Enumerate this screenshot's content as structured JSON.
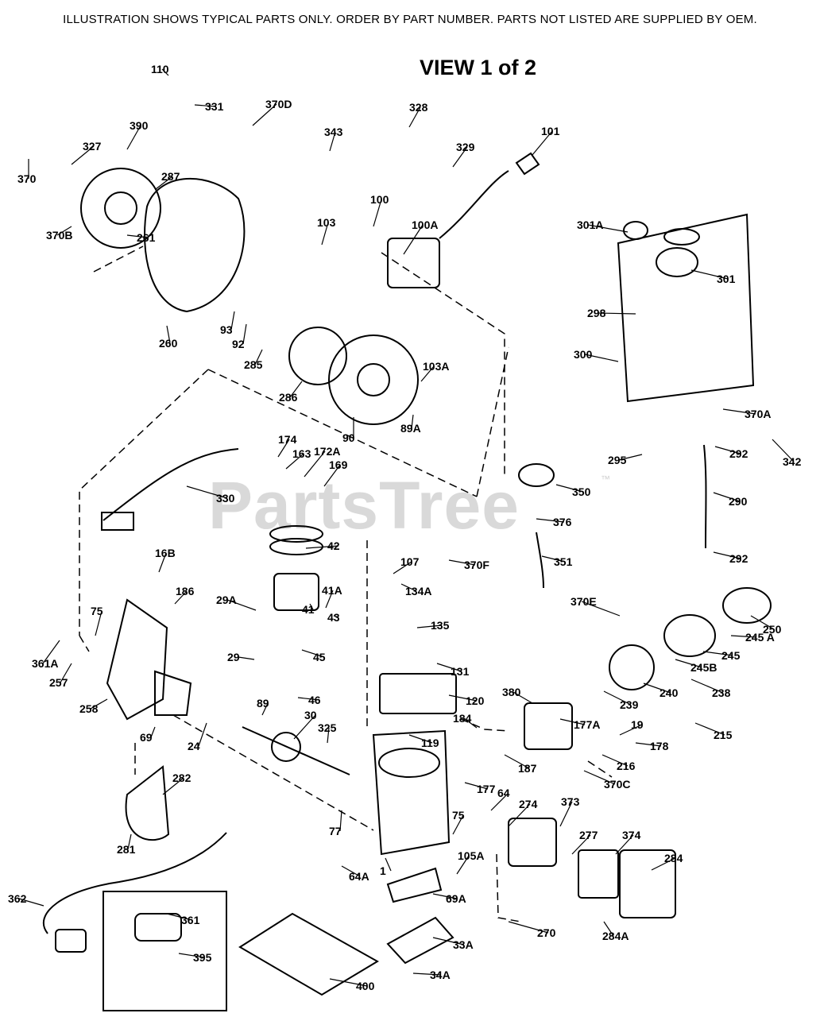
{
  "header_text": "ILLUSTRATION SHOWS TYPICAL PARTS ONLY.  ORDER BY PART NUMBER.  PARTS NOT LISTED ARE SUPPLIED BY OEM.",
  "view_title": "VIEW 1 of 2",
  "watermark": "PartsTree",
  "trademark": "™",
  "callouts": [
    {
      "id": "110",
      "label": "110"
    },
    {
      "id": "331",
      "label": "331"
    },
    {
      "id": "370D",
      "label": "370D"
    },
    {
      "id": "390",
      "label": "390"
    },
    {
      "id": "327",
      "label": "327"
    },
    {
      "id": "370",
      "label": "370"
    },
    {
      "id": "287",
      "label": "287"
    },
    {
      "id": "370B",
      "label": "370B"
    },
    {
      "id": "261",
      "label": "261"
    },
    {
      "id": "260",
      "label": "260"
    },
    {
      "id": "93",
      "label": "93"
    },
    {
      "id": "92",
      "label": "92"
    },
    {
      "id": "285",
      "label": "285"
    },
    {
      "id": "286",
      "label": "286"
    },
    {
      "id": "90",
      "label": "90"
    },
    {
      "id": "89A",
      "label": "89A"
    },
    {
      "id": "103A",
      "label": "103A"
    },
    {
      "id": "343",
      "label": "343"
    },
    {
      "id": "328",
      "label": "328"
    },
    {
      "id": "329",
      "label": "329"
    },
    {
      "id": "101",
      "label": "101"
    },
    {
      "id": "100",
      "label": "100"
    },
    {
      "id": "103",
      "label": "103"
    },
    {
      "id": "100A",
      "label": "100A"
    },
    {
      "id": "301A",
      "label": "301A"
    },
    {
      "id": "301",
      "label": "301"
    },
    {
      "id": "298",
      "label": "298"
    },
    {
      "id": "300",
      "label": "300"
    },
    {
      "id": "370A",
      "label": "370A"
    },
    {
      "id": "295",
      "label": "295"
    },
    {
      "id": "292a",
      "label": "292"
    },
    {
      "id": "342",
      "label": "342"
    },
    {
      "id": "290",
      "label": "290"
    },
    {
      "id": "292b",
      "label": "292"
    },
    {
      "id": "350",
      "label": "350"
    },
    {
      "id": "376",
      "label": "376"
    },
    {
      "id": "351",
      "label": "351"
    },
    {
      "id": "330",
      "label": "330"
    },
    {
      "id": "174",
      "label": "174"
    },
    {
      "id": "163",
      "label": "163"
    },
    {
      "id": "172A",
      "label": "172A"
    },
    {
      "id": "169",
      "label": "169"
    },
    {
      "id": "42",
      "label": "42"
    },
    {
      "id": "16B",
      "label": "16B"
    },
    {
      "id": "186",
      "label": "186"
    },
    {
      "id": "107",
      "label": "107"
    },
    {
      "id": "370F",
      "label": "370F"
    },
    {
      "id": "134A",
      "label": "134A"
    },
    {
      "id": "135",
      "label": "135"
    },
    {
      "id": "41A",
      "label": "41A"
    },
    {
      "id": "41",
      "label": "41"
    },
    {
      "id": "43",
      "label": "43"
    },
    {
      "id": "29A",
      "label": "29A"
    },
    {
      "id": "29",
      "label": "29"
    },
    {
      "id": "45",
      "label": "45"
    },
    {
      "id": "46",
      "label": "46"
    },
    {
      "id": "75a",
      "label": "75"
    },
    {
      "id": "361A",
      "label": "361A"
    },
    {
      "id": "257",
      "label": "257"
    },
    {
      "id": "258",
      "label": "258"
    },
    {
      "id": "69",
      "label": "69"
    },
    {
      "id": "24",
      "label": "24"
    },
    {
      "id": "89",
      "label": "89"
    },
    {
      "id": "30",
      "label": "30"
    },
    {
      "id": "325",
      "label": "325"
    },
    {
      "id": "131",
      "label": "131"
    },
    {
      "id": "120",
      "label": "120"
    },
    {
      "id": "119",
      "label": "119"
    },
    {
      "id": "184",
      "label": "184"
    },
    {
      "id": "187",
      "label": "187"
    },
    {
      "id": "380",
      "label": "380"
    },
    {
      "id": "370E",
      "label": "370E"
    },
    {
      "id": "250",
      "label": "250"
    },
    {
      "id": "245A",
      "label": "245 A"
    },
    {
      "id": "245",
      "label": "245"
    },
    {
      "id": "245B",
      "label": "245B"
    },
    {
      "id": "240",
      "label": "240"
    },
    {
      "id": "238",
      "label": "238"
    },
    {
      "id": "239",
      "label": "239"
    },
    {
      "id": "177A",
      "label": "177A"
    },
    {
      "id": "19",
      "label": "19"
    },
    {
      "id": "178",
      "label": "178"
    },
    {
      "id": "215",
      "label": "215"
    },
    {
      "id": "216",
      "label": "216"
    },
    {
      "id": "370C",
      "label": "370C"
    },
    {
      "id": "177",
      "label": "177"
    },
    {
      "id": "64a",
      "label": "64"
    },
    {
      "id": "274",
      "label": "274"
    },
    {
      "id": "373",
      "label": "373"
    },
    {
      "id": "75b",
      "label": "75"
    },
    {
      "id": "77",
      "label": "77"
    },
    {
      "id": "277",
      "label": "277"
    },
    {
      "id": "374",
      "label": "374"
    },
    {
      "id": "284",
      "label": "284"
    },
    {
      "id": "282",
      "label": "282"
    },
    {
      "id": "281",
      "label": "281"
    },
    {
      "id": "105A",
      "label": "105A"
    },
    {
      "id": "64A",
      "label": "64A"
    },
    {
      "id": "1",
      "label": "1"
    },
    {
      "id": "69A",
      "label": "69A"
    },
    {
      "id": "270",
      "label": "270"
    },
    {
      "id": "284A",
      "label": "284A"
    },
    {
      "id": "362",
      "label": "362"
    },
    {
      "id": "361",
      "label": "361"
    },
    {
      "id": "395",
      "label": "395"
    },
    {
      "id": "400",
      "label": "400"
    },
    {
      "id": "33A",
      "label": "33A"
    },
    {
      "id": "34A",
      "label": "34A"
    }
  ]
}
